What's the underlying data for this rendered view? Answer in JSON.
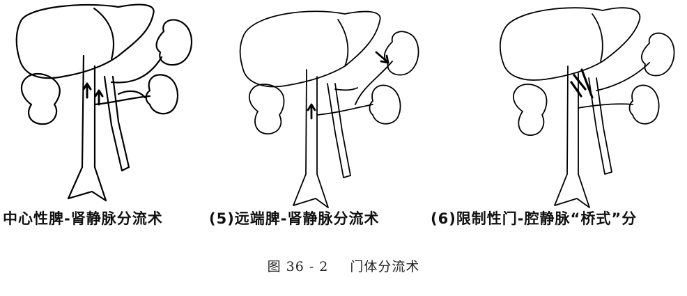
{
  "figure": {
    "panels": [
      {
        "id": "4",
        "caption": "中心性脾-肾静脉分流术"
      },
      {
        "id": "5",
        "caption": "(5)远端脾-肾静脉分流术"
      },
      {
        "id": "6",
        "caption": "(6)限制性门-腔静脉“桥式”分"
      }
    ],
    "title_number": "图 36 - 2",
    "title_text": "门体分流术"
  }
}
